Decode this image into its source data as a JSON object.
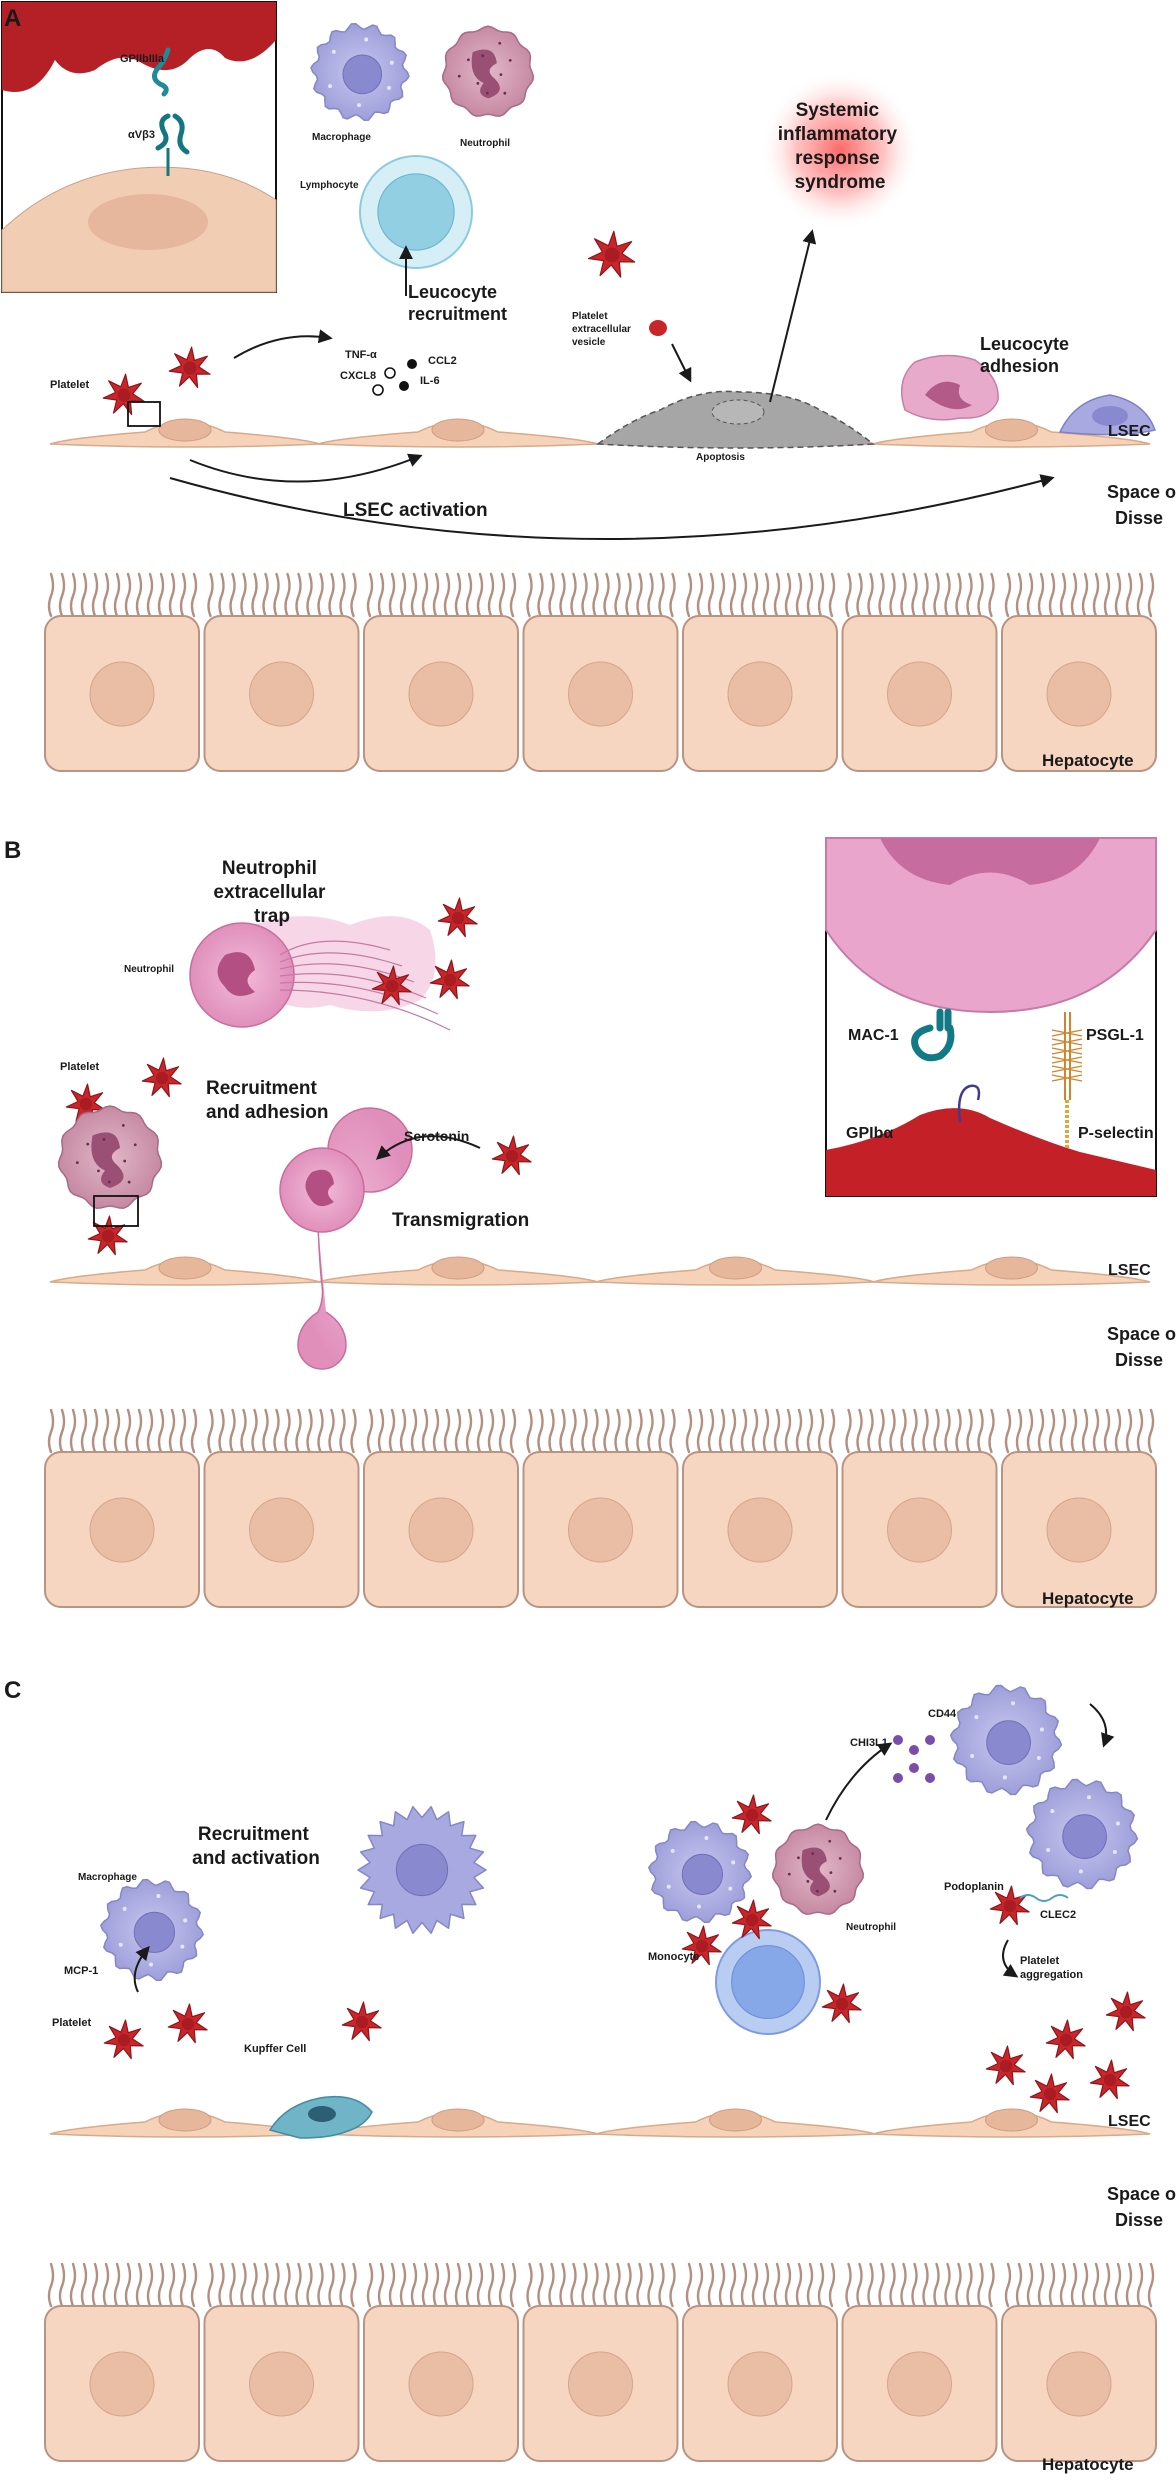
{
  "panel_a": {
    "letter": "A",
    "inset": {
      "gpiibiiia": "GPIIbIIIa",
      "avb3": "αVβ3"
    },
    "cells": {
      "macrophage": "Macrophage",
      "neutrophil": "Neutrophil",
      "lymphocyte": "Lymphocyte"
    },
    "leucocyte_recruitment": [
      "Leucocyte",
      "recruitment"
    ],
    "cytokines": {
      "tnf": "TNF-α",
      "cxcl8": "CXCL8",
      "ccl2": "CCL2",
      "il6": "IL-6"
    },
    "platelet": "Platelet",
    "pev": [
      "Platelet",
      "extracellular",
      "vesicle"
    ],
    "sirs": [
      "Systemic",
      "inflammatory",
      "response",
      "syndrome"
    ],
    "apoptosis": "Apoptosis",
    "leucocyte_adhesion": [
      "Leucocyte",
      "adhesion"
    ],
    "lsec": "LSEC",
    "lsec_activation": "LSEC activation",
    "space_of_disse": [
      "Space of",
      "Disse"
    ],
    "hepatocyte": "Hepatocyte"
  },
  "panel_b": {
    "letter": "B",
    "net": [
      "Neutrophil",
      "extracellular",
      "trap"
    ],
    "neutrophil": "Neutrophil",
    "platelet": "Platelet",
    "recruitment_adhesion": [
      "Recruitment",
      "and adhesion"
    ],
    "serotonin": "Serotonin",
    "transmigration": "Transmigration",
    "inset": {
      "mac1": "MAC-1",
      "psgl1": "PSGL-1",
      "gpiba": "GPIbα",
      "pselectin": "P-selectin"
    },
    "lsec": "LSEC",
    "space_of_disse": [
      "Space of",
      "Disse"
    ],
    "hepatocyte": "Hepatocyte"
  },
  "panel_c": {
    "letter": "C",
    "recruitment_activation": [
      "Recruitment",
      "and activation"
    ],
    "macrophage": "Macrophage",
    "mcp1": "MCP-1",
    "platelet": "Platelet",
    "kupffer": "Kupffer Cell",
    "chi3l1": "CHI3L1",
    "cd44": "CD44",
    "neutrophil": "Neutrophil",
    "monocyte": "Monocyte",
    "podoplanin": "Podoplanin",
    "clec2": "CLEC2",
    "platelet_aggregation": [
      "Platelet",
      "aggregation"
    ],
    "lsec": "LSEC",
    "space_of_disse": [
      "Space of",
      "Disse"
    ],
    "hepatocyte": "Hepatocyte"
  }
}
